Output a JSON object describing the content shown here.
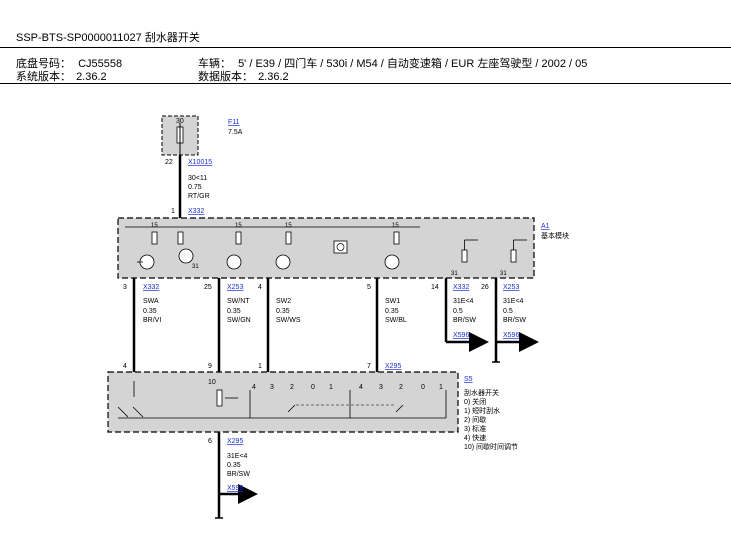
{
  "header": {
    "title": "SSP-BTS-SP0000011027 刮水器开关",
    "chassis_label": "底盘号码：",
    "chassis_value": "CJ55558",
    "vehicle_label": "车辆：",
    "vehicle_value": "5' / E39 / 四门车 / 530i / M54 / 自动变速箱 / EUR 左座驾驶型 / 2002 / 05",
    "sysver_label": "系统版本：",
    "sysver_value": "2.36.2",
    "dataver_label": "数据版本：",
    "dataver_value": "2.36.2"
  },
  "fuse": {
    "pin": "30",
    "name": "F11",
    "rating": "7.5A",
    "out_pin": "22",
    "connector": "X10015",
    "wire_id": "30<11",
    "wire_size": "0.75",
    "wire_color": "RT/GR"
  },
  "module": {
    "in_pin": "1",
    "in_connector": "X332",
    "name": "A1",
    "desc": "基本模块",
    "terminal_15": "15",
    "terminal_31": "31"
  },
  "wires": [
    {
      "pin": "3",
      "connector": "X332",
      "name": "SWA",
      "size": "0.35",
      "color": "BR/VI",
      "s5_pin": "4"
    },
    {
      "pin": "25",
      "connector": "X253",
      "name": "SW/NT",
      "size": "0.35",
      "color": "SW/GN",
      "s5_pin": "9"
    },
    {
      "pin": "4",
      "connector": "",
      "name": "SW2",
      "size": "0.35",
      "color": "SW/WS",
      "s5_pin": "1"
    },
    {
      "pin": "5",
      "connector": "",
      "name": "SW1",
      "size": "0.35",
      "color": "SW/BL",
      "s5_pin": "7"
    },
    {
      "pin": "14",
      "connector": "X332",
      "name": "31E<4",
      "size": "0.5",
      "color": "BR/SW",
      "ground": "X596"
    },
    {
      "pin": "26",
      "connector": "X253",
      "name": "31E<4",
      "size": "0.5",
      "color": "BR/SW",
      "ground": "X596"
    }
  ],
  "s5_connector": "X295",
  "switch": {
    "name": "S5",
    "title": "刮水器开关",
    "pos0": "0) 关闭",
    "pos1": "1) 短时刮水",
    "pos2": "2) 间歇",
    "pos3": "3) 标准",
    "pos4": "4) 快速",
    "pos10": "10) 间歇时间调节",
    "pot_pin": "10",
    "positions_left": [
      "4",
      "3",
      "2",
      "0",
      "1"
    ],
    "positions_right": [
      "4",
      "3",
      "2",
      "0",
      "1"
    ]
  },
  "output": {
    "pin": "6",
    "connector": "X295",
    "wire_id": "31E<4",
    "wire_size": "0.35",
    "wire_color": "BR/SW",
    "ground": "X596"
  },
  "colors": {
    "box_fill": "#d4d4d4",
    "link": "#1a2fd1"
  }
}
